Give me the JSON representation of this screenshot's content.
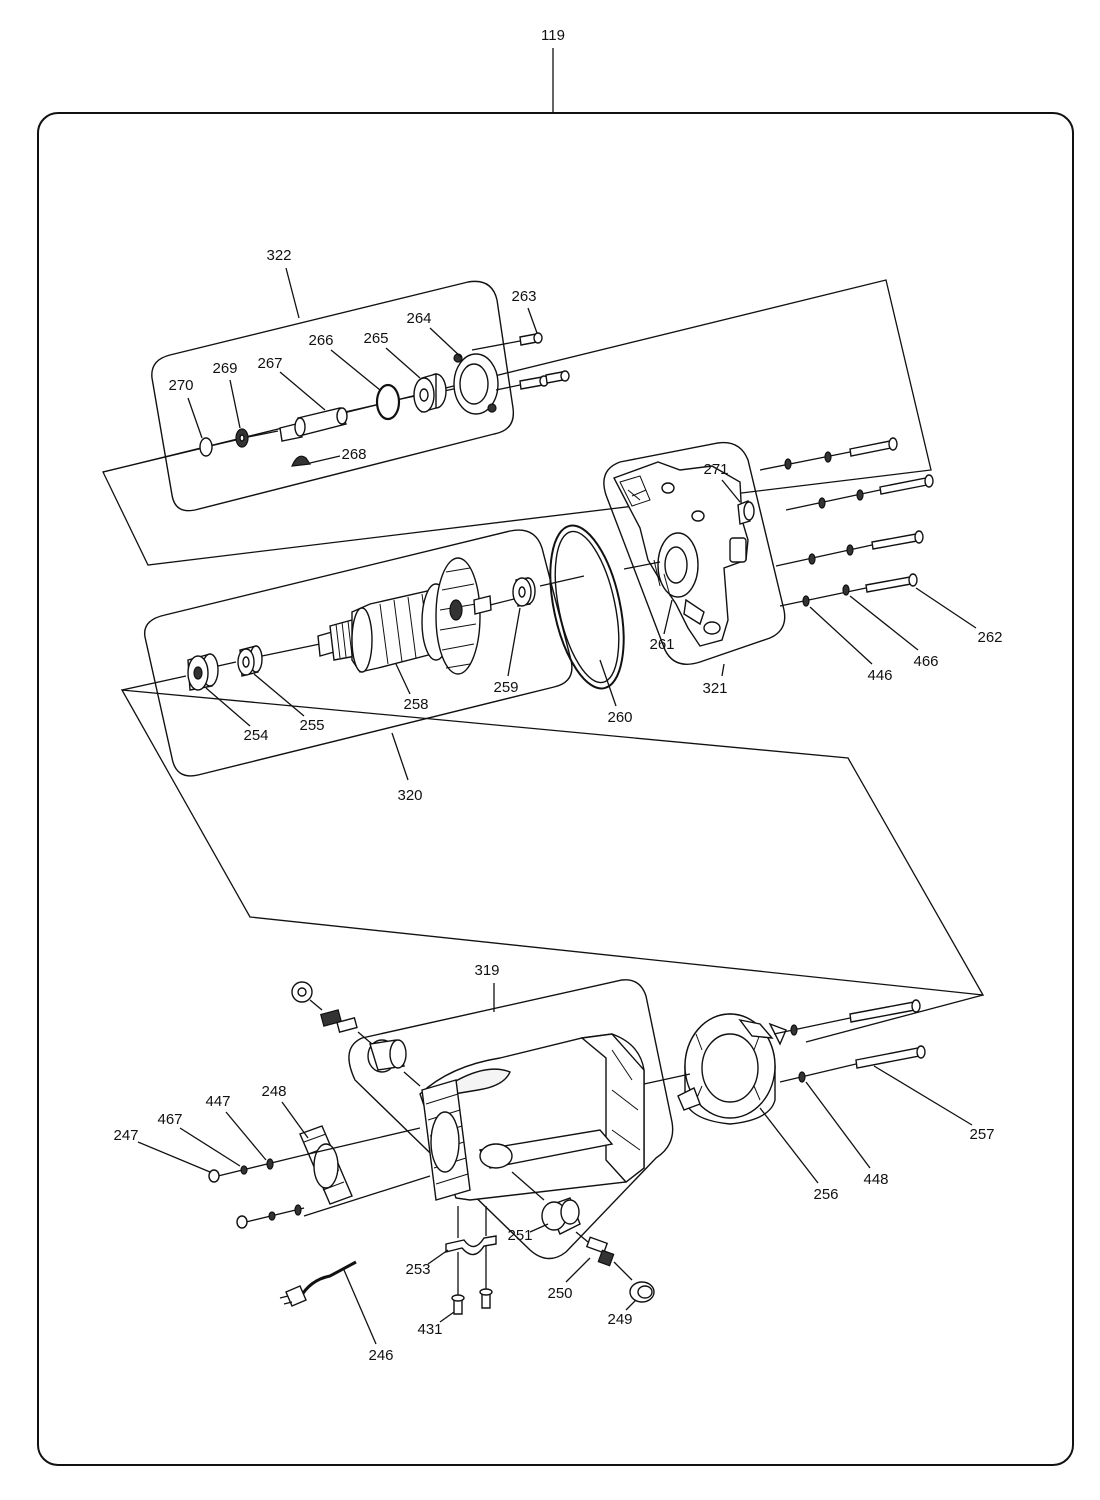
{
  "assembly_label": "119",
  "group_labels": {
    "g322": "322",
    "g320": "320",
    "g321": "321",
    "g319": "319"
  },
  "part_labels": {
    "p263": "263",
    "p264": "264",
    "p265": "265",
    "p266": "266",
    "p267": "267",
    "p268": "268",
    "p269": "269",
    "p270": "270",
    "p271": "271",
    "p262": "262",
    "p466": "466",
    "p446": "446",
    "p261": "261",
    "p260": "260",
    "p259": "259",
    "p258": "258",
    "p255": "255",
    "p254": "254",
    "p257": "257",
    "p448": "448",
    "p256": "256",
    "p251": "251",
    "p250": "250",
    "p249": "249",
    "p253": "253",
    "p431": "431",
    "p246": "246",
    "p248": "248",
    "p447": "447",
    "p467": "467",
    "p247": "247"
  }
}
